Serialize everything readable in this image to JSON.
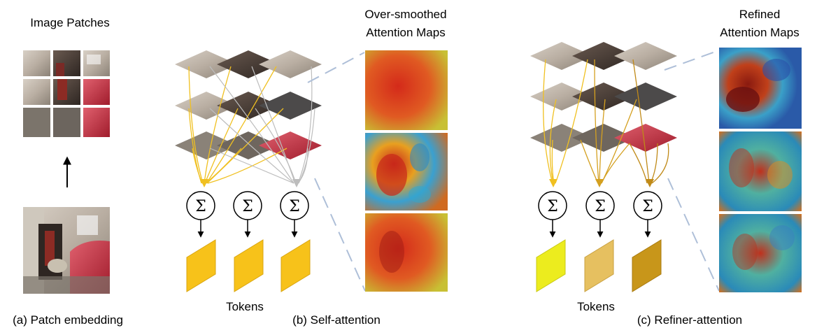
{
  "panel_a": {
    "title": "Image Patches",
    "caption": "(a) Patch embedding"
  },
  "panel_b": {
    "maps_title_line1": "Over-smoothed",
    "maps_title_line2": "Attention Maps",
    "tokens_label": "Tokens",
    "caption": "(b) Self-attention",
    "sum_symbol": "Σ"
  },
  "panel_c": {
    "maps_title_line1": "Refined",
    "maps_title_line2": "Attention Maps",
    "tokens_label": "Tokens",
    "caption": "(c) Refiner-attention",
    "sum_symbol": "Σ"
  },
  "colors": {
    "token_b": "#f7c21a",
    "token_c1": "#ecec1e",
    "token_c2": "#e6c060",
    "token_c3": "#c8961a",
    "arrow_yellow": "#f0c020",
    "arrow_gray": "#bdbdbd",
    "dash_line": "#aebfd8"
  }
}
